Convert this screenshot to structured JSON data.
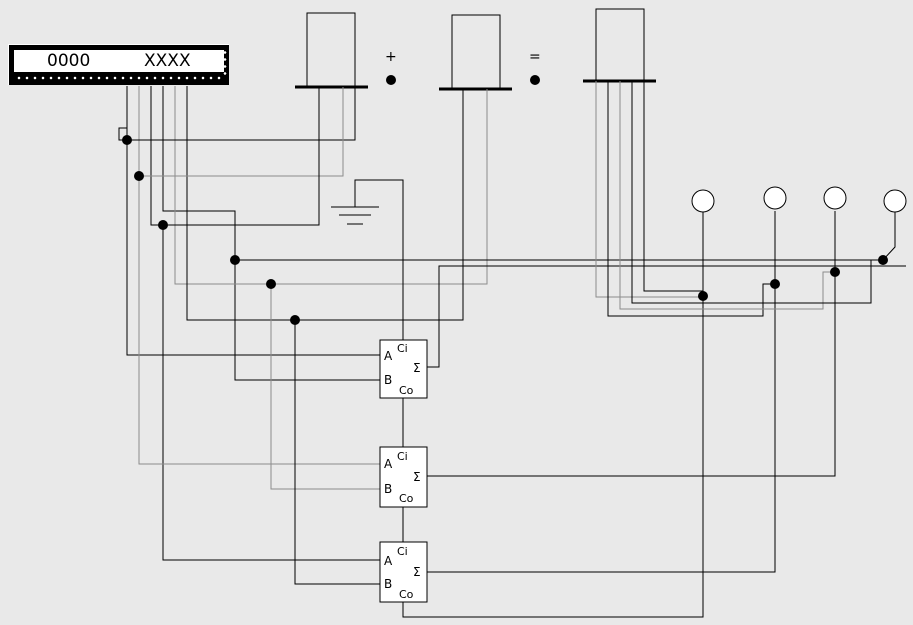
{
  "word_generator": {
    "left_value": "0000",
    "right_value": "XXXX"
  },
  "operators": {
    "plus": "+",
    "equals": "="
  },
  "adders": [
    {
      "ci": "Ci",
      "a": "A",
      "b": "B",
      "sum": "Σ",
      "co": "Co"
    },
    {
      "ci": "Ci",
      "a": "A",
      "b": "B",
      "sum": "Σ",
      "co": "Co"
    },
    {
      "ci": "Ci",
      "a": "A",
      "b": "B",
      "sum": "Σ",
      "co": "Co"
    }
  ],
  "colors": {
    "wire": "#000000",
    "wire_gray": "#8c8c8c",
    "background": "#e9e9e9"
  }
}
